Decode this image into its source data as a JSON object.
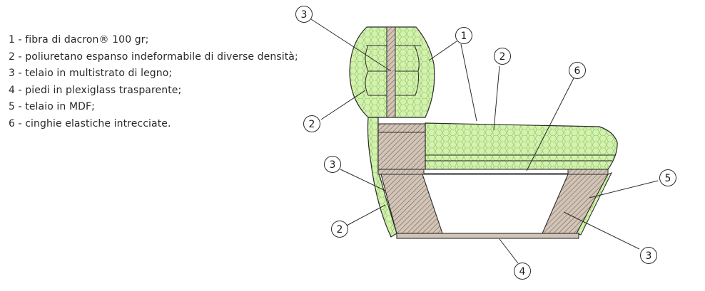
{
  "legend": [
    {
      "number": "1",
      "text": "1 - fibra di dacron® 100 gr;"
    },
    {
      "number": "2",
      "text": "2 - poliuretano espanso indeformabile di diverse densità;"
    },
    {
      "number": "3",
      "text": "3 - telaio in multistrato di legno;"
    },
    {
      "number": "4",
      "text": "4 - piedi in plexiglass trasparente;"
    },
    {
      "number": "5",
      "text": "5 - telaio in MDF;"
    },
    {
      "number": "6",
      "text": "6 - cinghie elastiche intrecciate."
    }
  ],
  "callouts": {
    "c3_top": "3",
    "c1": "1",
    "c2_top": "2",
    "c6": "6",
    "c2_back": "2",
    "c3_left": "3",
    "c5": "5",
    "c2_bottom": "2",
    "c3_right": "3",
    "c4": "4"
  },
  "colors": {
    "foam": "#d3f2b0",
    "foam_cells": "#8cc05a",
    "wood": "#d2c5b8",
    "wood_hatch": "#6c5a4c",
    "outline": "#2b2b2b"
  }
}
